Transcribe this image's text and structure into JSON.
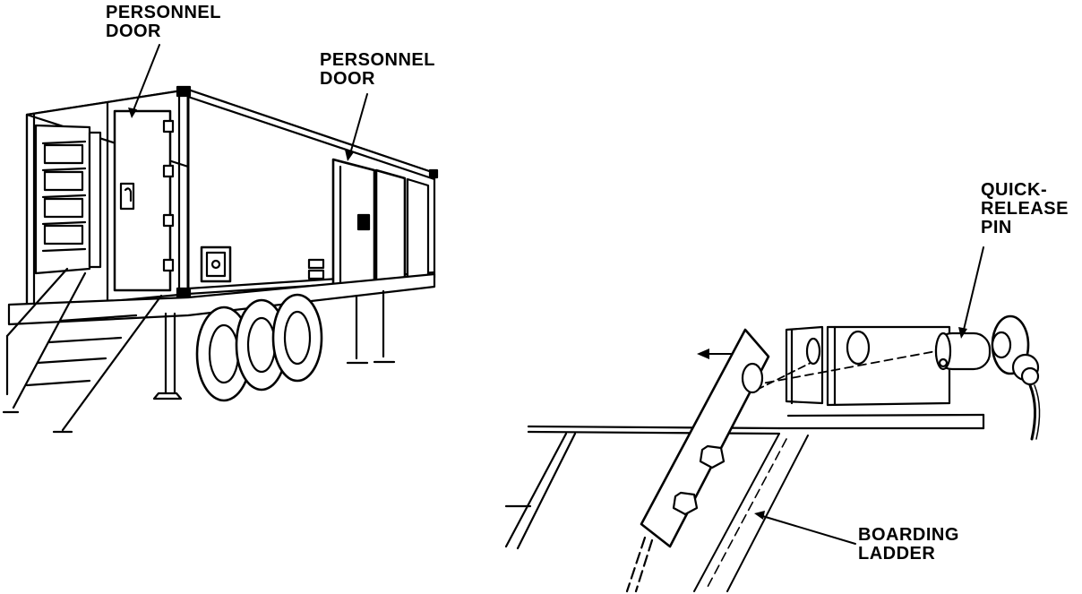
{
  "labels": {
    "personnel_door_left": [
      "PERSONNEL",
      "DOOR"
    ],
    "personnel_door_right": [
      "PERSONNEL",
      "DOOR"
    ],
    "quick_release_pin": [
      "QUICK-",
      "RELEASE",
      "PIN"
    ],
    "boarding_ladder": [
      "BOARDING",
      "LADDER"
    ]
  },
  "colors": {
    "line": "#000000",
    "background": "#ffffff"
  }
}
